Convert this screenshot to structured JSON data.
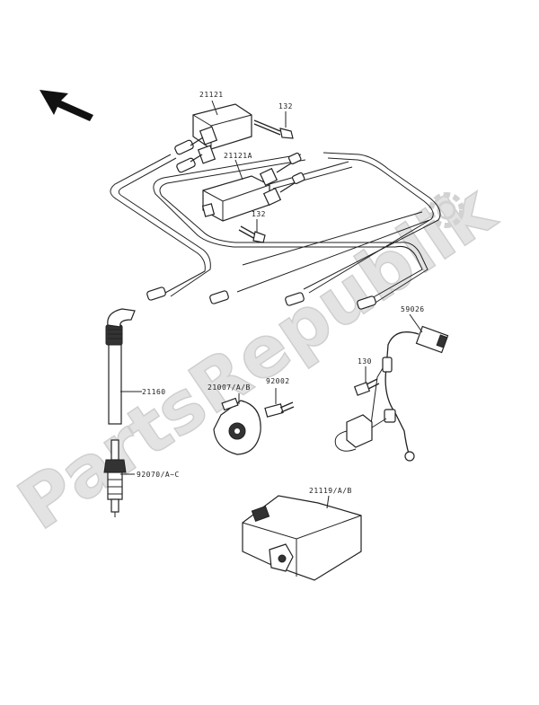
{
  "watermark": {
    "text": "PartsRepublik",
    "icon": "gear-icon"
  },
  "direction_arrow": {
    "icon": "arrow-up-left-icon"
  },
  "labels": {
    "p21121": "21121",
    "p132_top": "132",
    "p21121A": "21121A",
    "p132_mid": "132",
    "p59026": "59026",
    "p130": "130",
    "p21160": "21160",
    "p21007": "21007/A/B",
    "p92002": "92002",
    "p92070": "92070/A~C",
    "p21119": "21119/A/B"
  }
}
